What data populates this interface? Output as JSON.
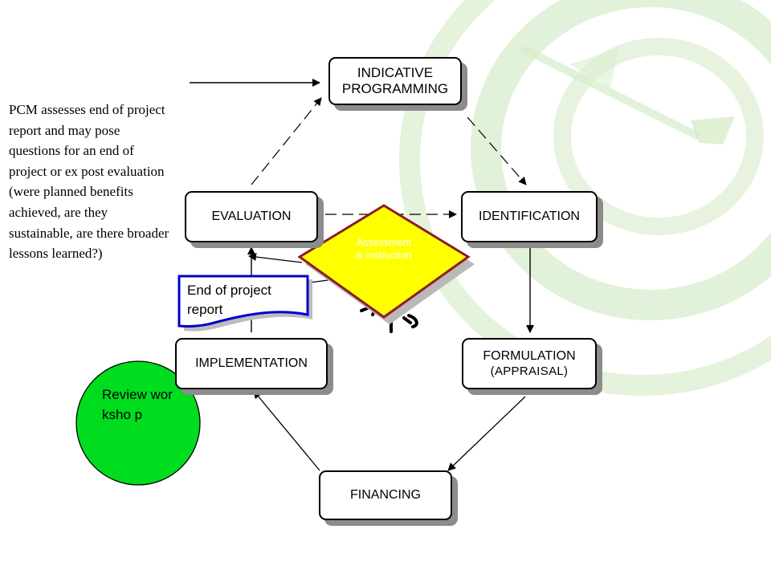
{
  "background": {
    "accent_color": "#c7e3b4"
  },
  "stages": {
    "indicative_line1": "INDICATIVE",
    "indicative_line2": "PROGRAMMING",
    "evaluation": "EVALUATION",
    "identification": "IDENTIFICATION",
    "implementation": "IMPLEMENTATION",
    "formulation": "FORMULATION",
    "formulation_sub": "(APPRAISAL)",
    "financing": "FINANCING"
  },
  "note_text": "PCM assesses  end of project report and may pose questions for an end of project or ex post evaluation (were planned benefits achieved, are they sustainable, are there broader lessons learned?)",
  "assessment": {
    "line1": "Assessment",
    "line2": "& Instruction",
    "fill_color": "#ffff00",
    "border_color": "#8b1e23"
  },
  "document": {
    "line1": "End  of project",
    "line2": "report",
    "border_color": "#0000cc"
  },
  "review": {
    "label": "Review worksho p",
    "fill_color": "#00dd1f"
  }
}
